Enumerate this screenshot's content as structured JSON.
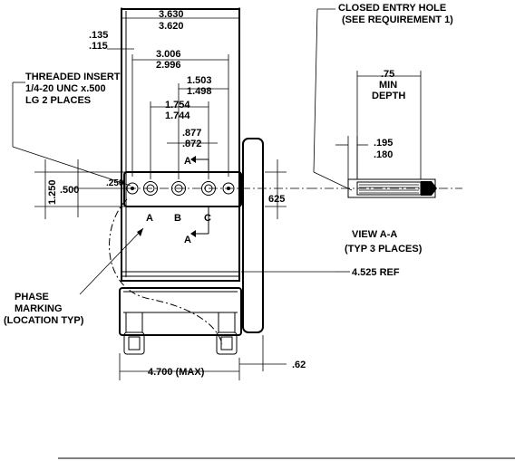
{
  "dimensions": {
    "overall_width": [
      "3.630",
      "3.620"
    ],
    "inset_width": [
      "3.006",
      "2.996"
    ],
    "offset_left": [
      ".135",
      ".115"
    ],
    "pitch_large": [
      "1.503",
      "1.498"
    ],
    "pitch_mid": [
      "1.754",
      "1.744"
    ],
    "pitch_small": [
      ".877",
      ".872"
    ],
    "height": "1.250",
    "half_height": ".500",
    "hole_offset": ".250",
    "right_offset": "625",
    "overall_length": "4.525 REF",
    "max_width": "4.700 (MAX)",
    "flange_offset": ".62"
  },
  "notes": {
    "threaded_insert": [
      "THREADED INSERT",
      "1/4-20 UNC x.500",
      "LG  2  PLACES"
    ],
    "phase_marking": [
      "PHASE",
      "MARKING",
      "(LOCATION TYP)"
    ],
    "closed_entry": [
      "CLOSED ENTRY HOLE",
      "(SEE REQUIREMENT 1)"
    ]
  },
  "section": {
    "cut_label": "A",
    "phases": [
      "A",
      "B",
      "C"
    ],
    "view_title": "VIEW  A-A",
    "view_subtitle": "(TYP  3  PLACES)",
    "depth": [
      ".75",
      "MIN",
      "DEPTH"
    ],
    "hole_dia": [
      ".195",
      ".180"
    ]
  }
}
